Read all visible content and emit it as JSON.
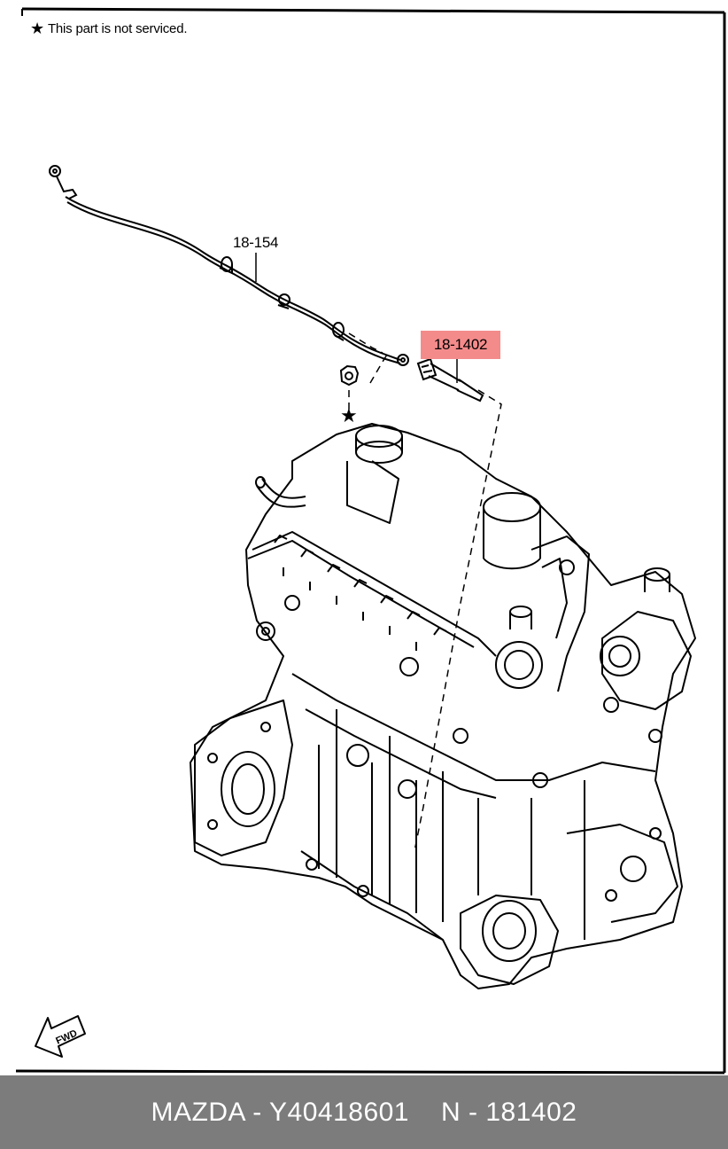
{
  "note": {
    "symbol": "★",
    "text": "This part is not serviced."
  },
  "callouts": {
    "wire": "18-154",
    "plug": "18-1402"
  },
  "arrow_label": "FWD",
  "footer": {
    "part_ref": "MAZDA - Y40418601",
    "part_code": "N - 181402"
  },
  "colors": {
    "highlight": "#f48b8b",
    "footer_bg": "#7c7c7c",
    "footer_text": "#ffffff"
  }
}
